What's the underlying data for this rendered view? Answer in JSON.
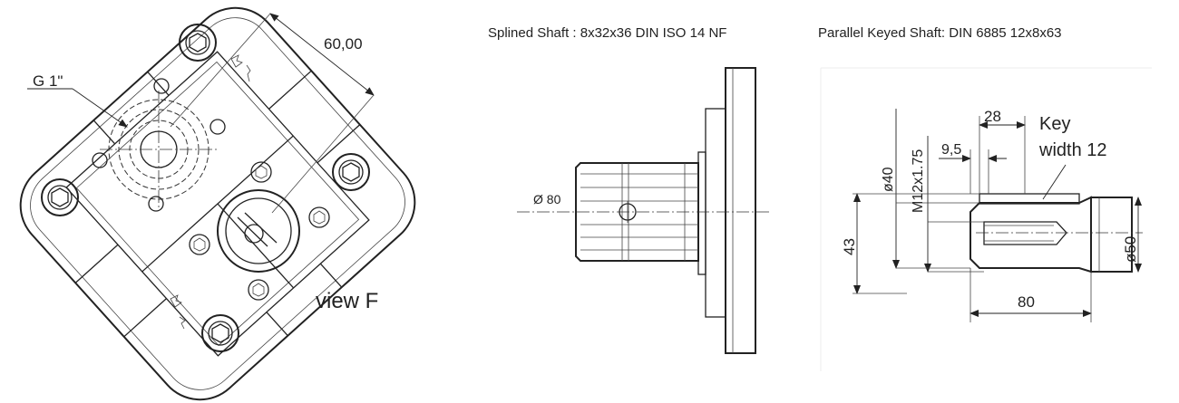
{
  "captions": {
    "splined": "Splined Shaft : 8x32x36 DIN ISO 14 NF",
    "parallel": "Parallel Keyed Shaft: DIN 6885  12x8x63"
  },
  "view_f": {
    "port_label": "G 1\"",
    "dim_60": "60,00",
    "view_label": "view F"
  },
  "splined_view": {
    "dia_label": "Ø 80"
  },
  "keyed_view": {
    "dim_28": "28",
    "key_line1": "Key",
    "key_line2": "width 12",
    "dim_9_5": "9,5",
    "thread": "M12x1.75",
    "dia_40": "ø40",
    "dim_43": "43",
    "dia_50": "ø50",
    "dim_80": "80"
  }
}
